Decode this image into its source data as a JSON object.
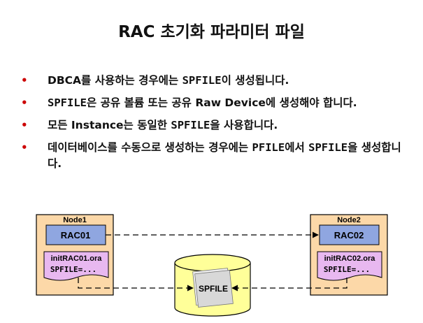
{
  "title": "RAC 초기화 파라미터 파일",
  "bullets": [
    {
      "parts": [
        {
          "t": "DBCA를 사용하는 경우에는 ",
          "m": false
        },
        {
          "t": "SPFILE",
          "m": true
        },
        {
          "t": "이 생성됩니다.",
          "m": false
        }
      ]
    },
    {
      "parts": [
        {
          "t": "SPFILE",
          "m": true
        },
        {
          "t": "은 공유 볼륨 또는 공유 Raw Device에 생성해야 합니다.",
          "m": false
        }
      ]
    },
    {
      "parts": [
        {
          "t": "모든 Instance는 동일한 ",
          "m": false
        },
        {
          "t": "SPFILE",
          "m": true
        },
        {
          "t": "을 사용합니다.",
          "m": false
        }
      ]
    },
    {
      "parts": [
        {
          "t": "데이터베이스를 수동으로 생성하는 경우에는 ",
          "m": false
        },
        {
          "t": "PFILE",
          "m": true
        },
        {
          "t": "에서 ",
          "m": false
        },
        {
          "t": "SPFILE",
          "m": true
        },
        {
          "t": "을 생성합니다.",
          "m": false
        }
      ]
    }
  ],
  "diagram": {
    "node1": {
      "label": "Node1",
      "instance": "RAC01",
      "init_file": "initRAC01.ora",
      "init_param": "SPFILE=..."
    },
    "node2": {
      "label": "Node2",
      "instance": "RAC02",
      "init_file": "initRAC02.ora",
      "init_param": "SPFILE=..."
    },
    "storage_label": "SPFILE",
    "colors": {
      "node_fill": "#fcd8a8",
      "instance_fill": "#8fa6e0",
      "init_fill": "#e8b8f0",
      "storage_fill": "#ffff99"
    }
  }
}
